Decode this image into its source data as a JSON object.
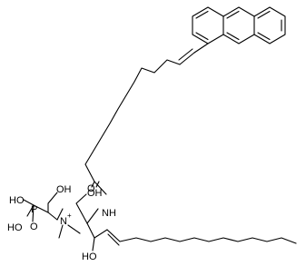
{
  "structure": {
    "labels": {
      "oh_top": "OH",
      "ho_p_top": "HO",
      "p": "P",
      "ho_p_bottom": "HO",
      "o_p": "O",
      "n_plus": "N",
      "charge": "+",
      "oh_mid": "OH",
      "o_amide": "O",
      "nh": "NH",
      "ho_lower": "HO"
    }
  }
}
